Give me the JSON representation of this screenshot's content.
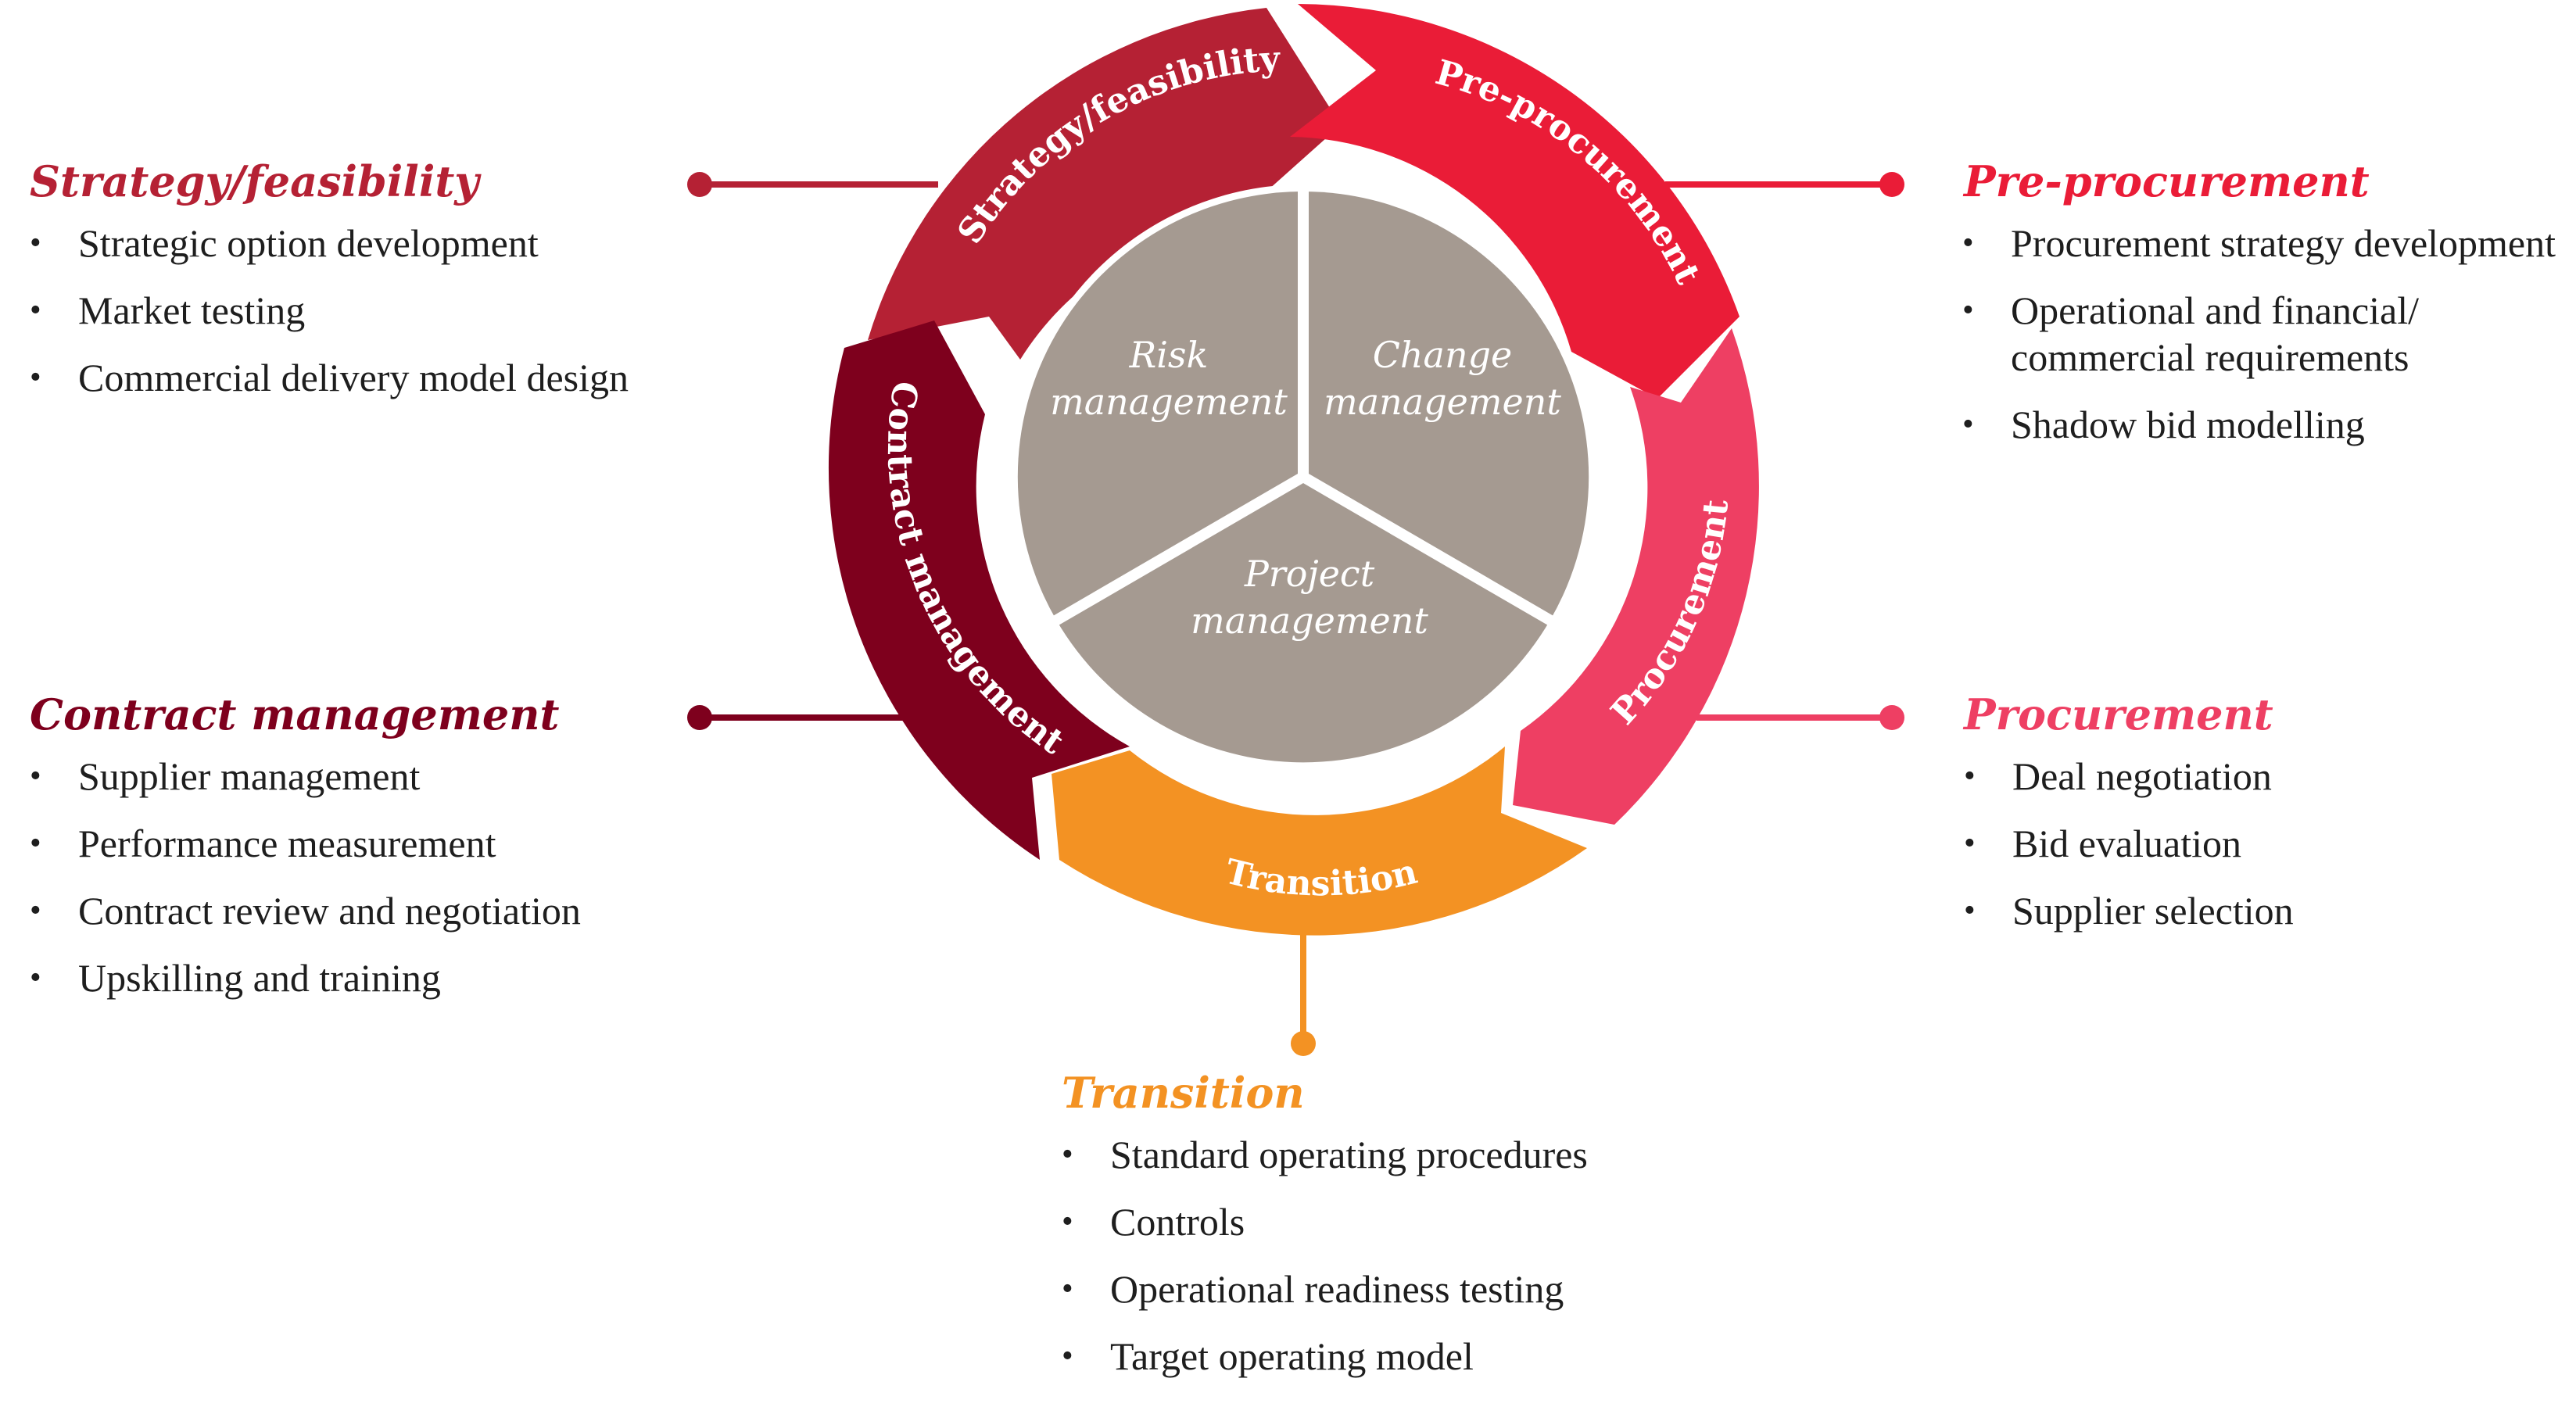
{
  "colors": {
    "strategy": "#B52134",
    "pre_procurement": "#EA1C37",
    "procurement": "#EE3F63",
    "transition": "#F39223",
    "contract": "#7E001D",
    "core": "#A59A91",
    "text": "#1e1e1e"
  },
  "cycle": {
    "segments": [
      {
        "id": "strategy",
        "label": "Strategy/feasibility"
      },
      {
        "id": "pre_procurement",
        "label": "Pre-procurement"
      },
      {
        "id": "procurement",
        "label": "Procurement"
      },
      {
        "id": "transition",
        "label": "Transition"
      },
      {
        "id": "contract",
        "label": "Contract management"
      }
    ],
    "core": [
      {
        "line1": "Risk",
        "line2": "management"
      },
      {
        "line1": "Change",
        "line2": "management"
      },
      {
        "line1": "Project",
        "line2": "management"
      }
    ]
  },
  "panels": {
    "strategy": {
      "title": "Strategy/feasibility",
      "items": [
        "Strategic option development",
        "Market testing",
        "Commercial delivery model design"
      ]
    },
    "pre_procurement": {
      "title": "Pre-procurement",
      "items": [
        "Procurement strategy development",
        "Operational and financial/ commercial requirements",
        "Shadow bid modelling"
      ]
    },
    "contract": {
      "title": "Contract management",
      "items": [
        "Supplier management",
        "Performance measurement",
        "Contract review and negotiation",
        "Upskilling and training"
      ]
    },
    "procurement": {
      "title": "Procurement",
      "items": [
        "Deal negotiation",
        "Bid evaluation",
        "Supplier selection"
      ]
    },
    "transition": {
      "title": "Transition",
      "items": [
        "Standard operating procedures",
        "Controls",
        "Operational readiness testing",
        "Target operating model"
      ]
    },
    "bullet_glyph": "•"
  }
}
